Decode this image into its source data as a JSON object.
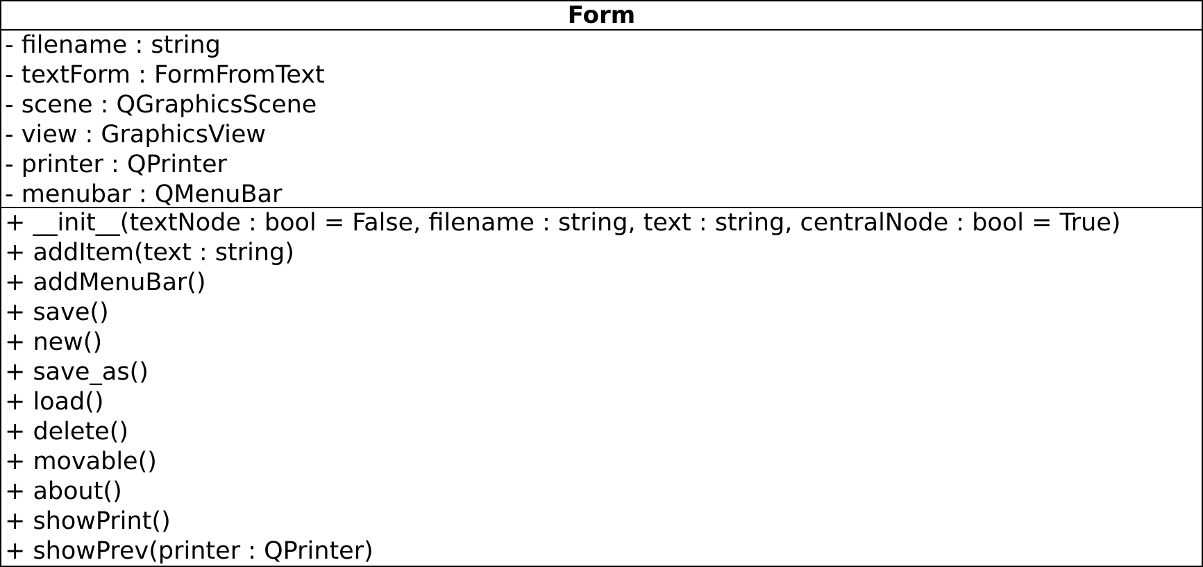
{
  "class": {
    "name": "Form",
    "attributes": [
      "- filename : string",
      "- textForm : FormFromText",
      "- scene : QGraphicsScene",
      "- view : GraphicsView",
      "- printer : QPrinter",
      "- menubar : QMenuBar"
    ],
    "operations": [
      "+ __init__(textNode : bool = False, filename : string, text : string, centralNode : bool = True)",
      "+ addItem(text : string)",
      "+ addMenuBar()",
      "+ save()",
      "+ new()",
      "+ save_as()",
      "+ load()",
      "+ delete()",
      "+ movable()",
      "+ about()",
      "+ showPrint()",
      "+ showPrev(printer : QPrinter)"
    ]
  }
}
